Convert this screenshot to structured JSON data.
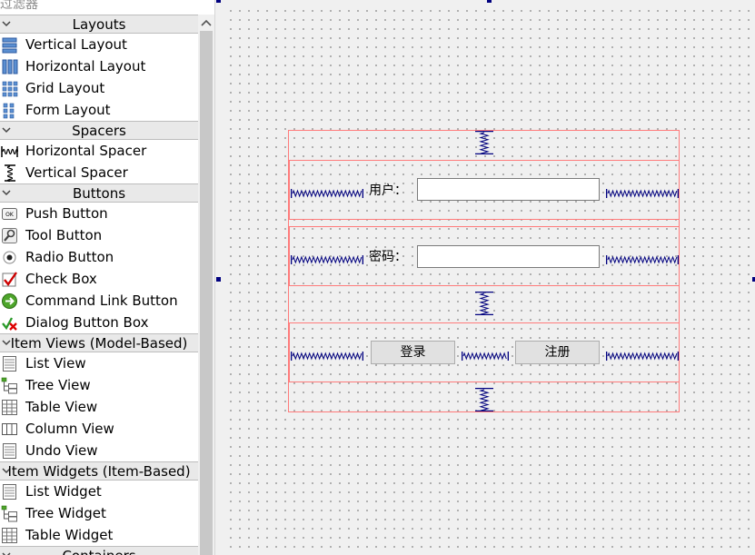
{
  "widget_box": {
    "filter_text": "过滤器",
    "categories": [
      {
        "title": "Layouts",
        "items": [
          {
            "label": "Vertical Layout",
            "icon": "vertical-layout-icon"
          },
          {
            "label": "Horizontal Layout",
            "icon": "horizontal-layout-icon"
          },
          {
            "label": "Grid Layout",
            "icon": "grid-layout-icon"
          },
          {
            "label": "Form Layout",
            "icon": "form-layout-icon"
          }
        ]
      },
      {
        "title": "Spacers",
        "items": [
          {
            "label": "Horizontal Spacer",
            "icon": "horizontal-spacer-icon"
          },
          {
            "label": "Vertical Spacer",
            "icon": "vertical-spacer-icon"
          }
        ]
      },
      {
        "title": "Buttons",
        "items": [
          {
            "label": "Push Button",
            "icon": "push-button-icon"
          },
          {
            "label": "Tool Button",
            "icon": "tool-button-icon"
          },
          {
            "label": "Radio Button",
            "icon": "radio-button-icon"
          },
          {
            "label": "Check Box",
            "icon": "check-box-icon"
          },
          {
            "label": "Command Link Button",
            "icon": "command-link-button-icon"
          },
          {
            "label": "Dialog Button Box",
            "icon": "dialog-button-box-icon"
          }
        ]
      },
      {
        "title": "Item Views (Model-Based)",
        "items": [
          {
            "label": "List View",
            "icon": "list-view-icon"
          },
          {
            "label": "Tree View",
            "icon": "tree-view-icon"
          },
          {
            "label": "Table View",
            "icon": "table-view-icon"
          },
          {
            "label": "Column View",
            "icon": "column-view-icon"
          },
          {
            "label": "Undo View",
            "icon": "undo-view-icon"
          }
        ]
      },
      {
        "title": "Item Widgets (Item-Based)",
        "items": [
          {
            "label": "List Widget",
            "icon": "list-widget-icon"
          },
          {
            "label": "Tree Widget",
            "icon": "tree-widget-icon"
          },
          {
            "label": "Table Widget",
            "icon": "table-widget-icon"
          }
        ]
      },
      {
        "title": "Containers",
        "items": []
      }
    ]
  },
  "form": {
    "username_label": "用户：",
    "username_value": "",
    "password_label": "密码：",
    "password_value": "",
    "login_button": "登录",
    "register_button": "注册"
  },
  "colors": {
    "layout_border": "#ff7b7b",
    "spacer": "#00007f",
    "selection_handle": "#00007f"
  }
}
